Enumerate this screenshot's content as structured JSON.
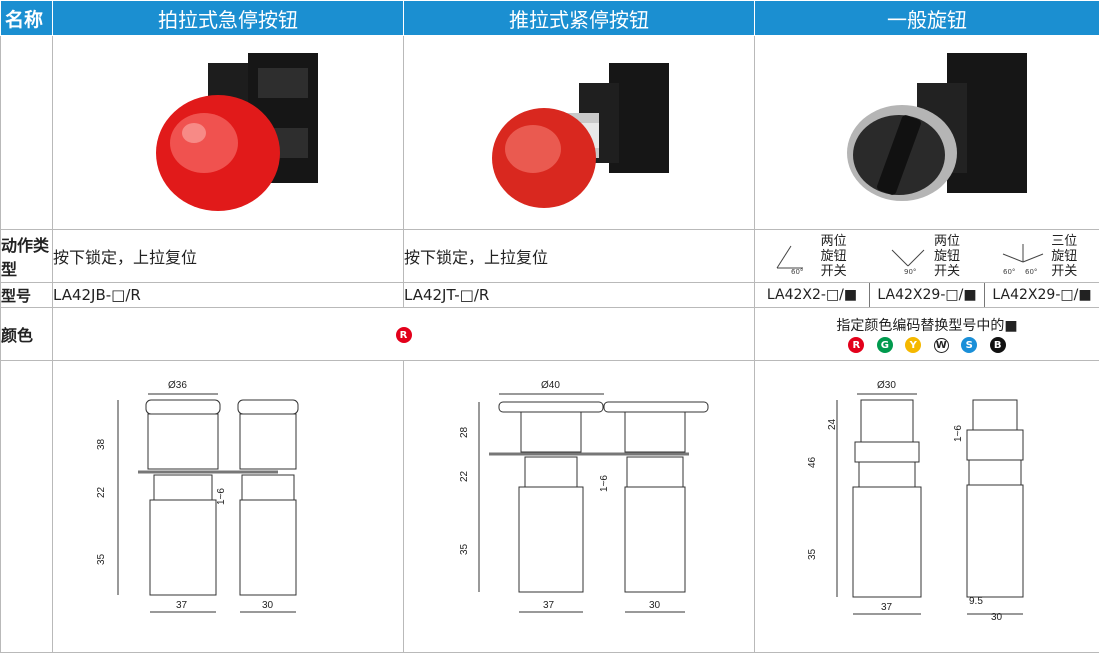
{
  "header": {
    "label": "名称",
    "col1": "拍拉式急停按钮",
    "col2": "推拉式紧停按钮",
    "col3": "一般旋钮"
  },
  "rows": {
    "action_label": "动作类型",
    "model_label": "型号",
    "color_label": "颜色"
  },
  "col1": {
    "action": "按下锁定，上拉复位",
    "model": "LA42JB-□/R"
  },
  "col2": {
    "action": "按下锁定，上拉复位",
    "model": "LA42JT-□/R"
  },
  "col3": {
    "actions": [
      {
        "label": "两位旋钮开关",
        "angle": "60°"
      },
      {
        "label": "两位旋钮开关",
        "angle": "90°"
      },
      {
        "label": "三位旋钮开关",
        "angle": "60°"
      }
    ],
    "models": [
      "LA42X2-□/■",
      "LA42X29-□/■",
      "LA42X29-□/■"
    ],
    "color_note": "指定颜色编码替换型号中的■"
  },
  "colors": {
    "shared_code": "R",
    "codes": [
      {
        "code": "R",
        "hex": "#e3001b"
      },
      {
        "code": "G",
        "hex": "#009a4e"
      },
      {
        "code": "Y",
        "hex": "#f5b800"
      },
      {
        "code": "W",
        "hex": "#ffffff"
      },
      {
        "code": "S",
        "hex": "#1a8fd8"
      },
      {
        "code": "B",
        "hex": "#111111"
      }
    ]
  },
  "dims": {
    "d1": {
      "dia": "Ø36",
      "h1": "38",
      "h2": "22",
      "h3": "35",
      "gap": "1~6",
      "w1": "37",
      "w2": "30"
    },
    "d2": {
      "dia": "Ø40",
      "h1": "28",
      "h2": "22",
      "h3": "35",
      "gap": "1~6",
      "w1": "37",
      "w2": "30"
    },
    "d3": {
      "dia": "Ø30",
      "h1": "24",
      "h_total": "46",
      "h3": "35",
      "gap": "1~6",
      "w1": "37",
      "w2": "30",
      "w3": "9.5"
    }
  }
}
